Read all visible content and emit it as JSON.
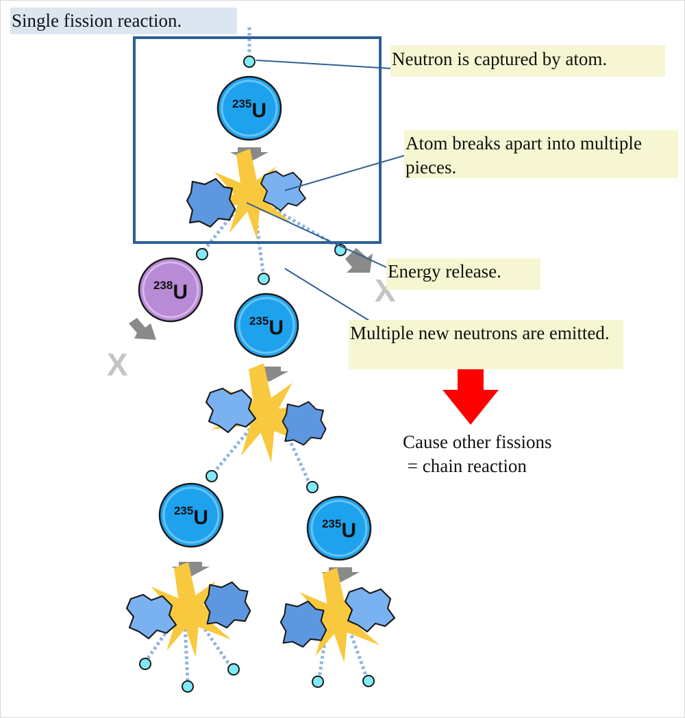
{
  "title": "Single fission reaction.",
  "notes": {
    "captured": "Neutron is captured by atom.",
    "breaks_apart": "Atom breaks apart into multiple pieces.",
    "energy": "Energy release.",
    "neutrons_emitted": "Multiple new neutrons are emitted.",
    "chain_line1": "Cause other fissions",
    "chain_line2": " = chain reaction"
  },
  "atoms": {
    "u235_mass": "235",
    "u238_mass": "238",
    "symbol": "U"
  },
  "blocked_marker": "X",
  "colors": {
    "u235": "#1fa2ee",
    "u238": "#b98ad6",
    "neutron": "#80eaf7",
    "energy_burst": "#f8c93e",
    "fragment_light": "#7ab2f1",
    "fragment_dark": "#5d97e0",
    "callout_line": "#2d5f94",
    "highlight_box": "#2d5f94",
    "chain_arrow": "#ff0000",
    "note_background": "#f6f6d2",
    "title_background": "#dce6f1"
  }
}
